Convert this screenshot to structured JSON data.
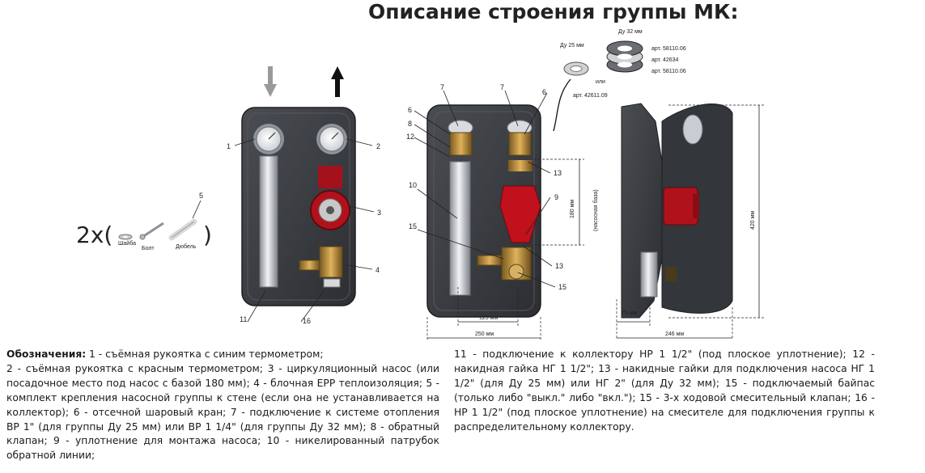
{
  "title": "Описание строения группы МК:",
  "front_view": {
    "callouts": [
      "1",
      "2",
      "3",
      "4",
      "5",
      "11",
      "16"
    ],
    "qty_prefix": "2x(",
    "qty_suffix": ")",
    "parts": [
      "Шайба",
      "Болт",
      "Дюбель"
    ]
  },
  "section_view": {
    "callouts": [
      "7",
      "7",
      "6",
      "6",
      "8",
      "12",
      "13",
      "10",
      "9",
      "15",
      "13",
      "15"
    ],
    "seal_dn25": "Ду 25 мм",
    "seal_dn32": "Ду 32 мм",
    "or_label": "или",
    "art_dn25": "арт. 42611.09",
    "art_dn32": [
      "арт. 58110.06",
      "арт. 42634",
      "арт. 58110.06"
    ],
    "dim_pump_base": "180 мм",
    "dim_pump_base_note": "(насосная база)",
    "dim_axis": "125 мм",
    "dim_width": "250 мм"
  },
  "side_view": {
    "dim_height": "420 мм",
    "dim_offset": "75 мм",
    "dim_depth": "246 мм"
  },
  "colors": {
    "insulation": "#3c3f44",
    "pump_red": "#b0121c",
    "brass": "#b88a3a"
  },
  "legend": {
    "heading": "Обозначения:",
    "left_first": " 1 - съёмная рукоятка с синим термометром;",
    "left_rest": "2 - съёмная рукоятка с красным термометром; 3 - циркуляционный насос (или посадочное место под насос с базой 180 мм); 4 - блочная EPP теплоизоляция; 5 - комплект крепления насосной группы к стене (если она не устанавливается на коллектор); 6 - отсечной шаровый кран; 7 - подключение к системе отопления ВР 1\" (для группы Ду 25 мм) или ВР 1 1/4\" (для группы Ду 32 мм); 8 - обратный клапан; 9 - уплотнение для монтажа насоса; 10 - никелированный патрубок обратной линии;",
    "right": "11 - подключение к коллектору НР 1 1/2\" (под плоское уплотнение); 12 - накидная гайка НГ 1 1/2\"; 13 - накидные гайки для подключения насоса НГ 1 1/2\" (для Ду 25 мм) или НГ 2\" (для Ду 32 мм); 15 - подключаемый байпас (только либо \"выкл.\" либо \"вкл.\"); 15 - 3-х ходовой смесительный клапан; 16 - НР 1 1/2\" (под плоское уплотнение) на смесителе для подключения группы к распределительному коллектору."
  }
}
